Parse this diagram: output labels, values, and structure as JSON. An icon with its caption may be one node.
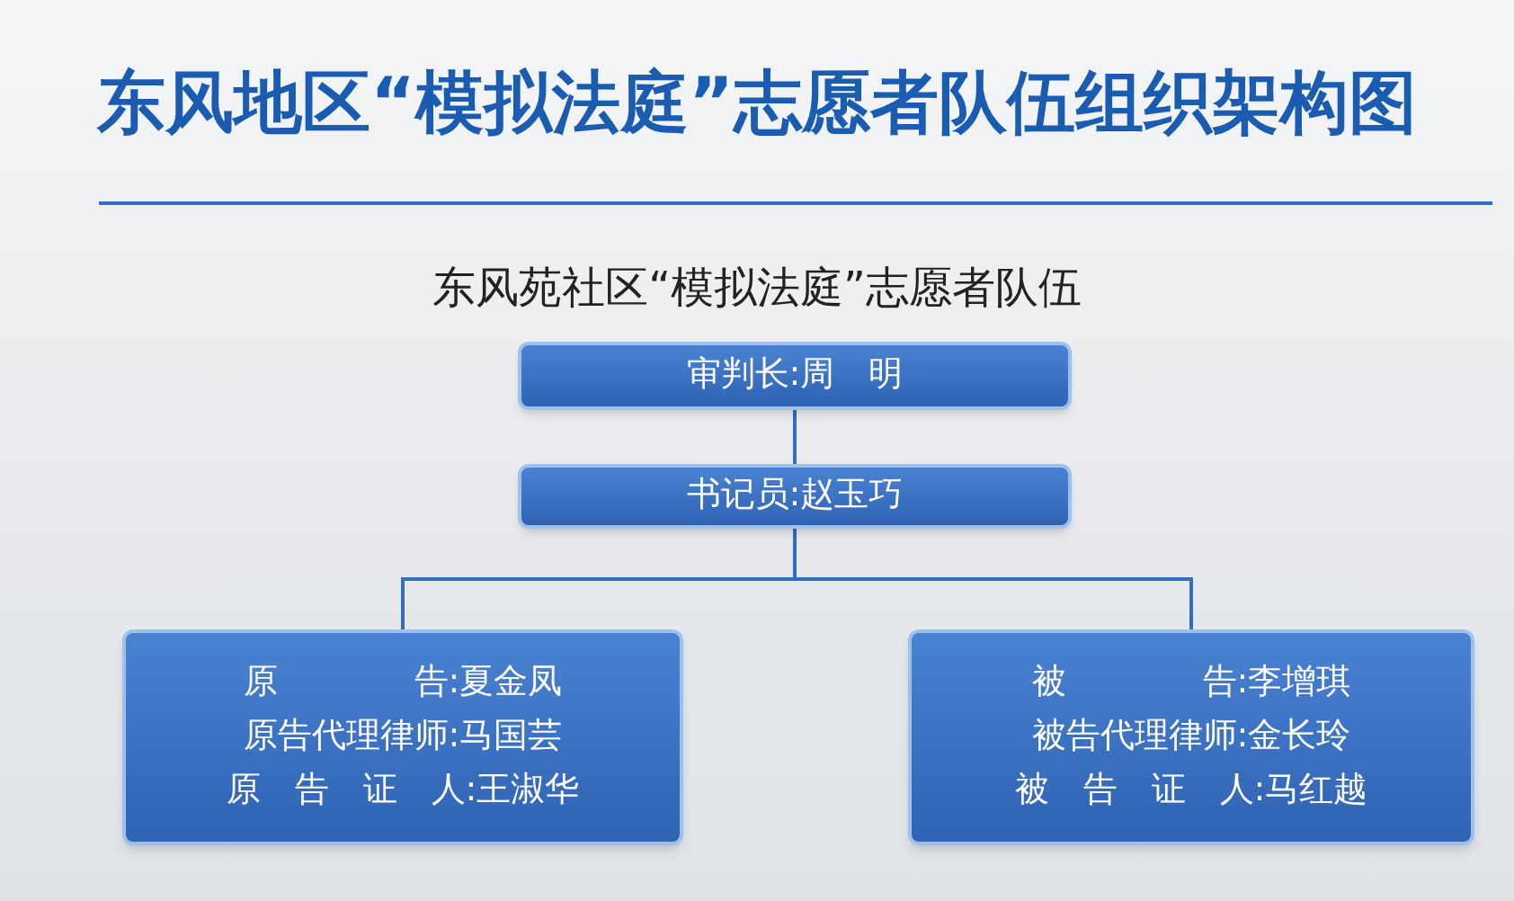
{
  "diagram": {
    "title": "东风地区“模拟法庭”志愿者队伍组织架构图",
    "nodes": [
      {
        "text": [
          "审判长:周　明"
        ]
      },
      {
        "text": [
          "书记员:赵玉巧"
        ]
      },
      {
        "text": [
          "原　　　　告:夏金凤",
          "原告代理律师:马国芸",
          "原　告　证　人:王淑华"
        ]
      },
      {
        "text": [
          "被　　　　告:李增琪",
          "被告代理律师:金长玲",
          "被　告　证　人:马红越"
        ]
      }
    ],
    "edges": [
      {
        "from": 0,
        "to": 1,
        "arrow": "none"
      },
      {
        "from": 1,
        "to": 2,
        "arrow": "none"
      },
      {
        "from": 1,
        "to": 3,
        "arrow": "none"
      }
    ],
    "labels": [
      "东风苑社区“模拟法庭”志愿者队伍"
    ]
  }
}
